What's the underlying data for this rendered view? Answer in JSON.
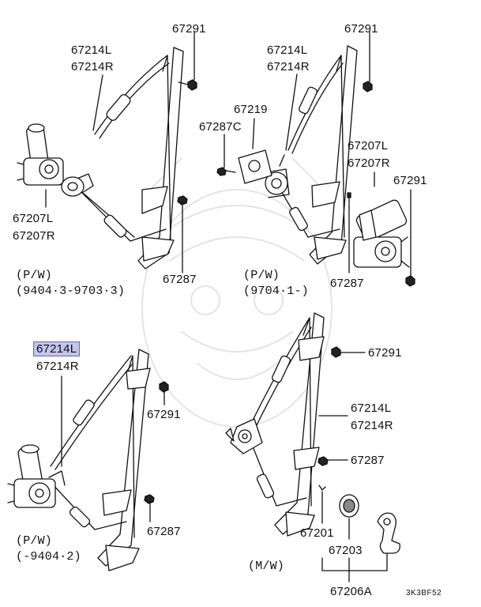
{
  "labels": {
    "tl_67291": "67291",
    "tl_67214L": "67214L",
    "tl_67214R": "67214R",
    "tl_67207L": "67207L",
    "tl_67207R": "67207R",
    "tl_67287": "67287",
    "tl_pw": "(P/W)",
    "tl_range": "(9404·3-9703·3)",
    "tr_67291a": "67291",
    "tr_67214L": "67214L",
    "tr_67214R": "67214R",
    "tr_67219": "67219",
    "tr_67287C": "67287C",
    "tr_67207L": "67207L",
    "tr_67207R": "67207R",
    "tr_67291b": "67291",
    "tr_67287": "67287",
    "tr_pw": "(P/W)",
    "tr_range": "(9704·1-)",
    "bl_67214L": "67214L",
    "bl_67214R": "67214R",
    "bl_67291": "67291",
    "bl_67287": "67287",
    "bl_pw": "(P/W)",
    "bl_range": "(-9404·2)",
    "br_67291": "67291",
    "br_67214L": "67214L",
    "br_67214R": "67214R",
    "br_67287": "67287",
    "br_67201": "67201",
    "br_67203": "67203",
    "br_67206A": "67206A",
    "br_mw": "(M/W)",
    "diagram_code": "3K3BF52"
  },
  "highlighted_part": "67214L",
  "colors": {
    "highlight_fill": "#c4c4ec",
    "line": "#111111",
    "watermark": "#e6e6e6"
  }
}
